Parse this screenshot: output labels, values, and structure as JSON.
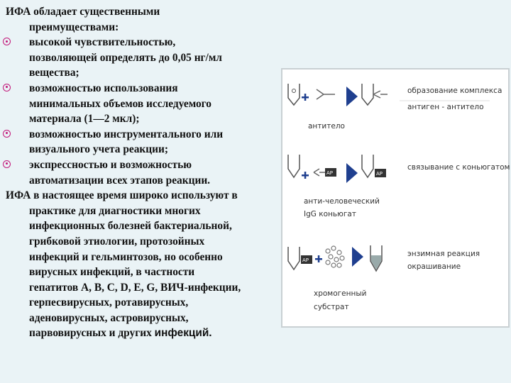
{
  "text": {
    "p1_lead": "ИФА обладает существенными",
    "p1_cont": "преимуществами:",
    "bullets": [
      {
        "lines": [
          "высокой чувствительностью,",
          "позволяющей определять до 0,05 нг/мл",
          "вещества;"
        ]
      },
      {
        "lines": [
          "возможностью использования",
          "минимальных объемов исследуемого",
          "материала (1—2 мкл);"
        ]
      },
      {
        "lines": [
          "возможностью инструментального или",
          "визуального учета реакции;"
        ]
      },
      {
        "lines": [
          "экспрессностью и возможностью",
          "автоматизации всех этапов реакции."
        ]
      }
    ],
    "p2_lead": "ИФА в настоящее время широко используют в",
    "p2_lines": [
      "практике для диагностики многих",
      "инфекционных болезней бактериальной,",
      "грибковой этиологии, протозойных",
      "инфекций и гельминтозов, но особенно",
      "вирусных инфекций, в частности",
      "гепатитов А, В, С, D, Е, G, ВИЧ-инфекции,",
      "герпесвирусных, ротавирусных,",
      "аденовирусных, астровирусных,"
    ],
    "p2_last_serif": "парвовирусных и других ",
    "p2_last_sans": "инфекций."
  },
  "figure": {
    "labels": {
      "complex_l1": "образование комплекса",
      "complex_l2": "антиген - антитело",
      "antibody": "антитело",
      "conjugate_bind": "связывание с коньюгатом",
      "anti_human_l1": "анти-человеческий",
      "anti_human_l2": "IgG коньюгат",
      "enzyme_l1": "энзимная реакция",
      "enzyme_l2": "окрашивание",
      "substrate_l1": "хромогенный",
      "substrate_l2": "субстрат",
      "ap": "AP"
    }
  },
  "colors": {
    "background": "#eaf3f6",
    "bullet": "#c2187a",
    "plus": "#1f3f8f",
    "arrow": "#1f3f8f"
  }
}
